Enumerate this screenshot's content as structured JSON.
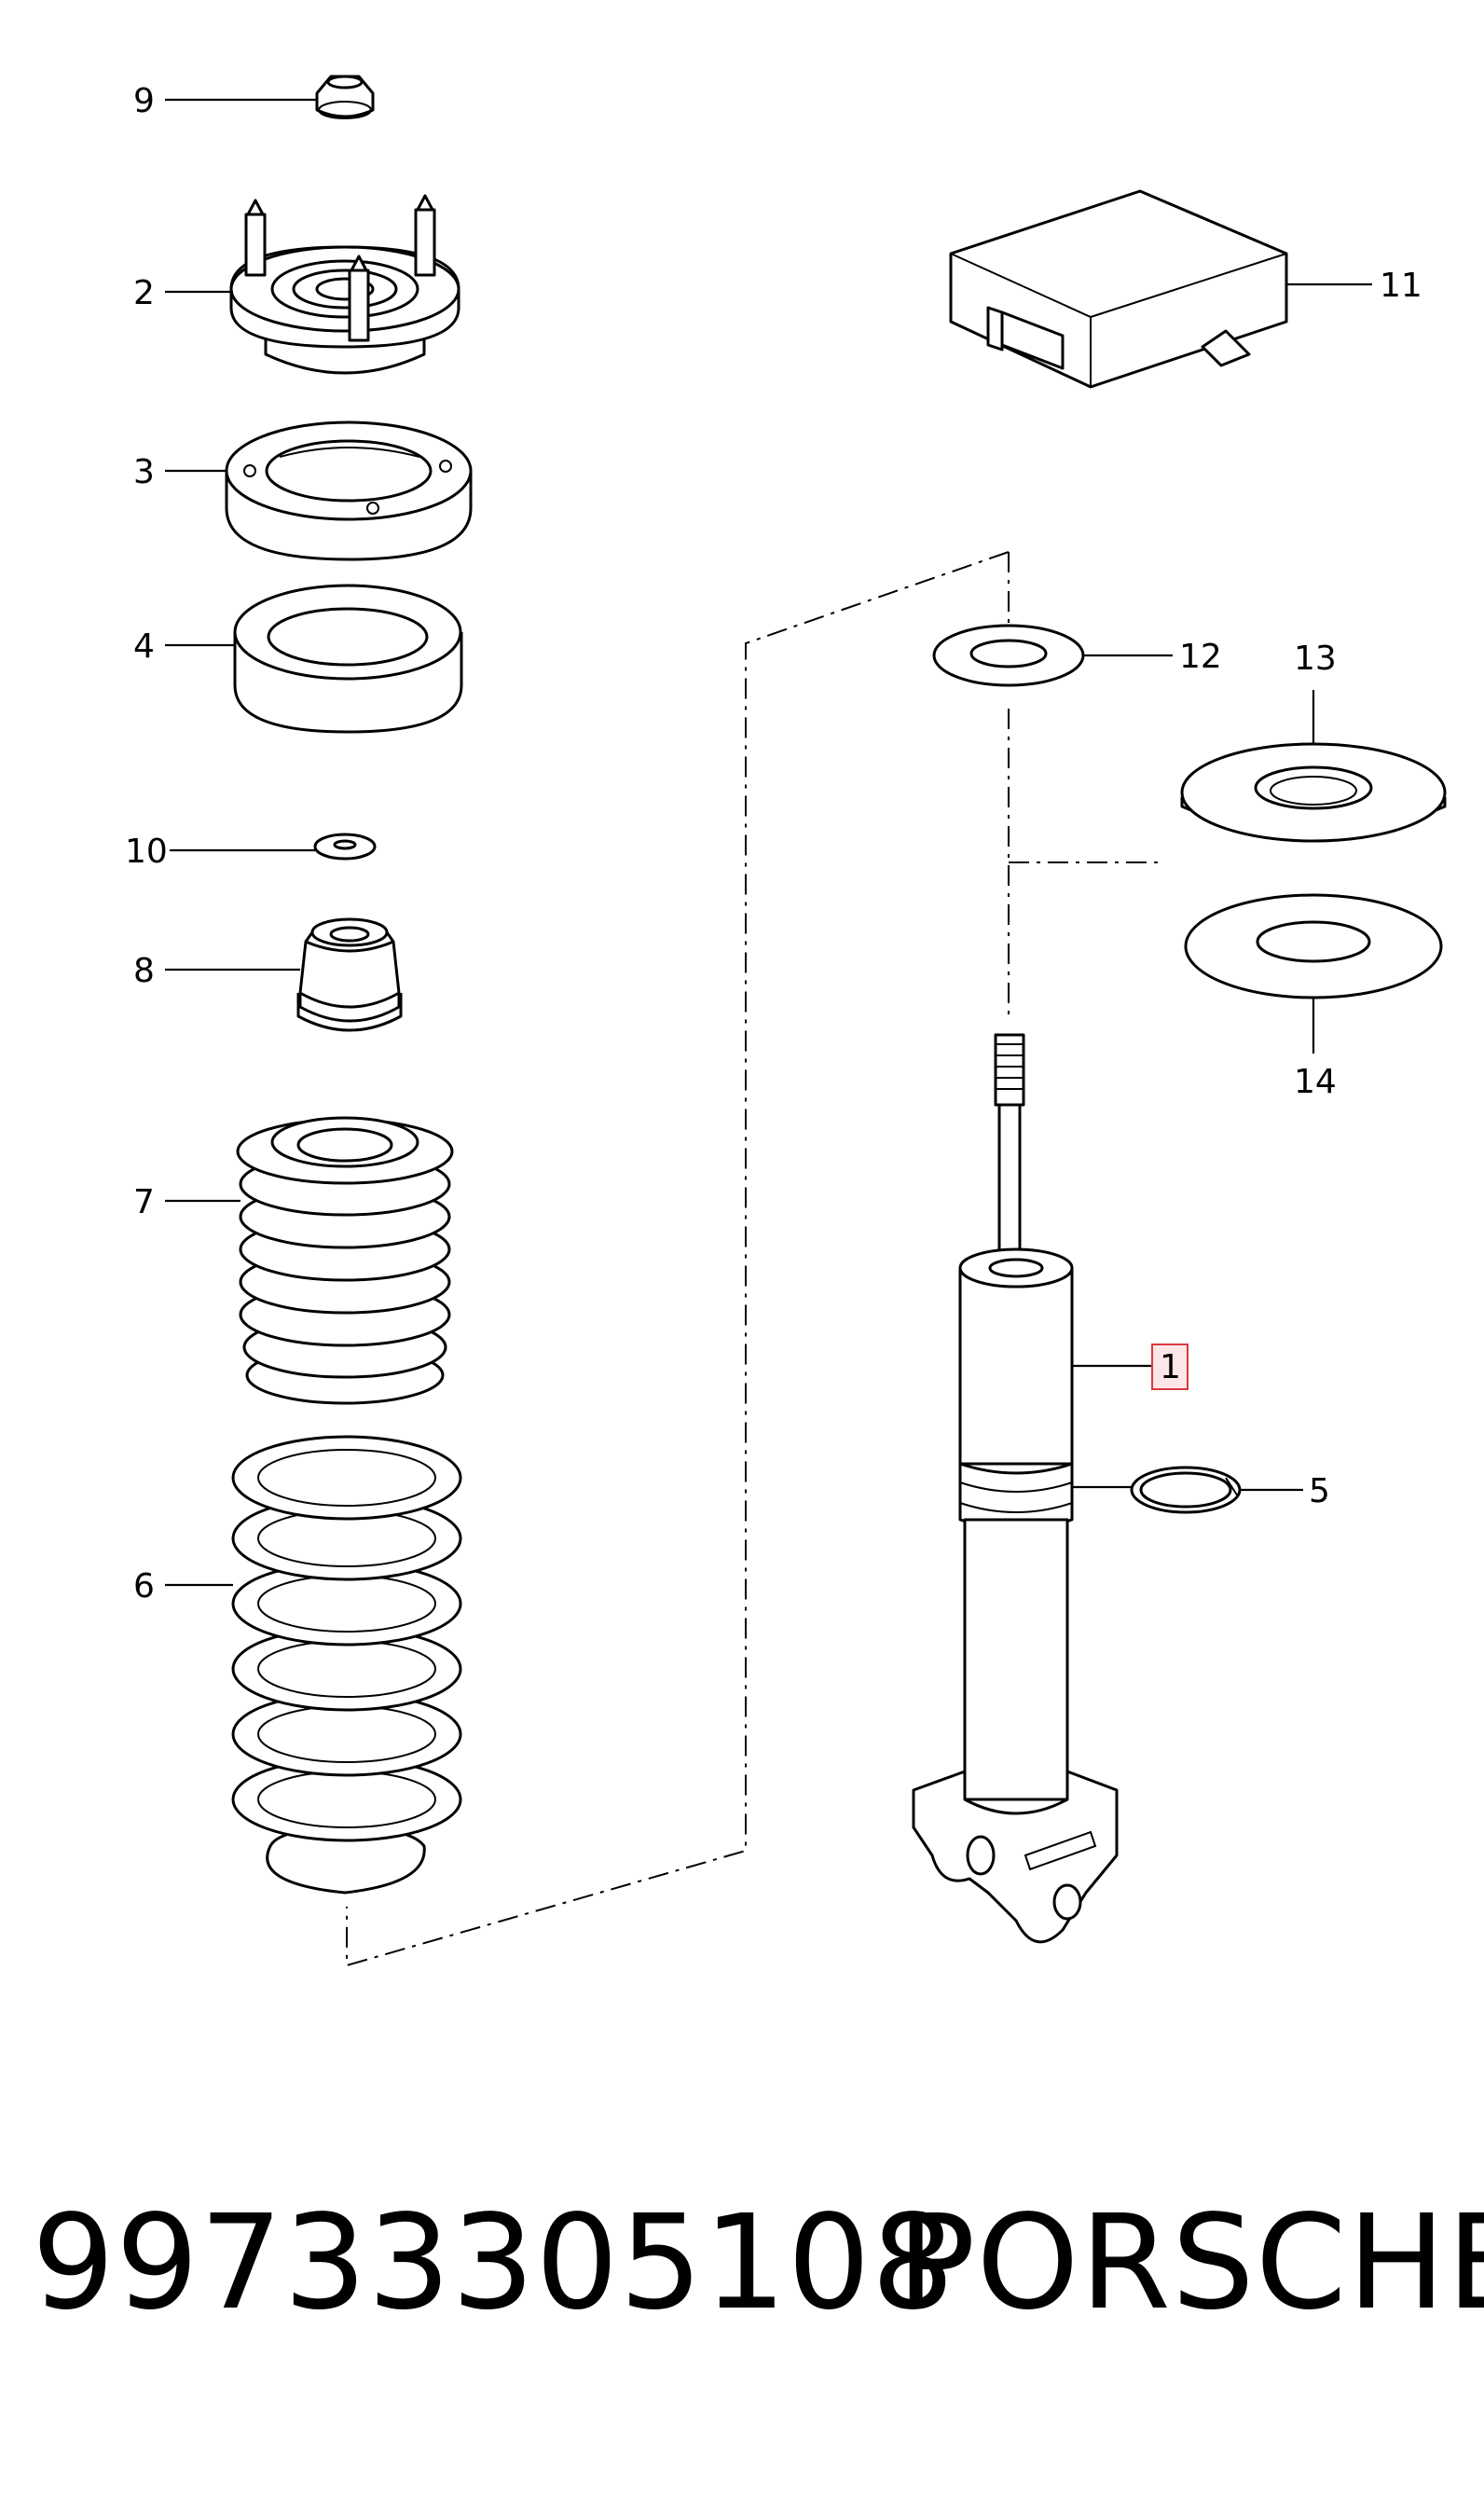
{
  "callouts": {
    "c1": "1",
    "c2": "2",
    "c3": "3",
    "c4": "4",
    "c5": "5",
    "c6": "6",
    "c7": "7",
    "c8": "8",
    "c9": "9",
    "c10": "10",
    "c11": "11",
    "c12": "12",
    "c13": "13",
    "c14": "14"
  },
  "highlighted_callout": "1",
  "highlight_color": "#d9383f",
  "footer": {
    "part_number": "99733305108",
    "brand": "PORSCHE"
  }
}
